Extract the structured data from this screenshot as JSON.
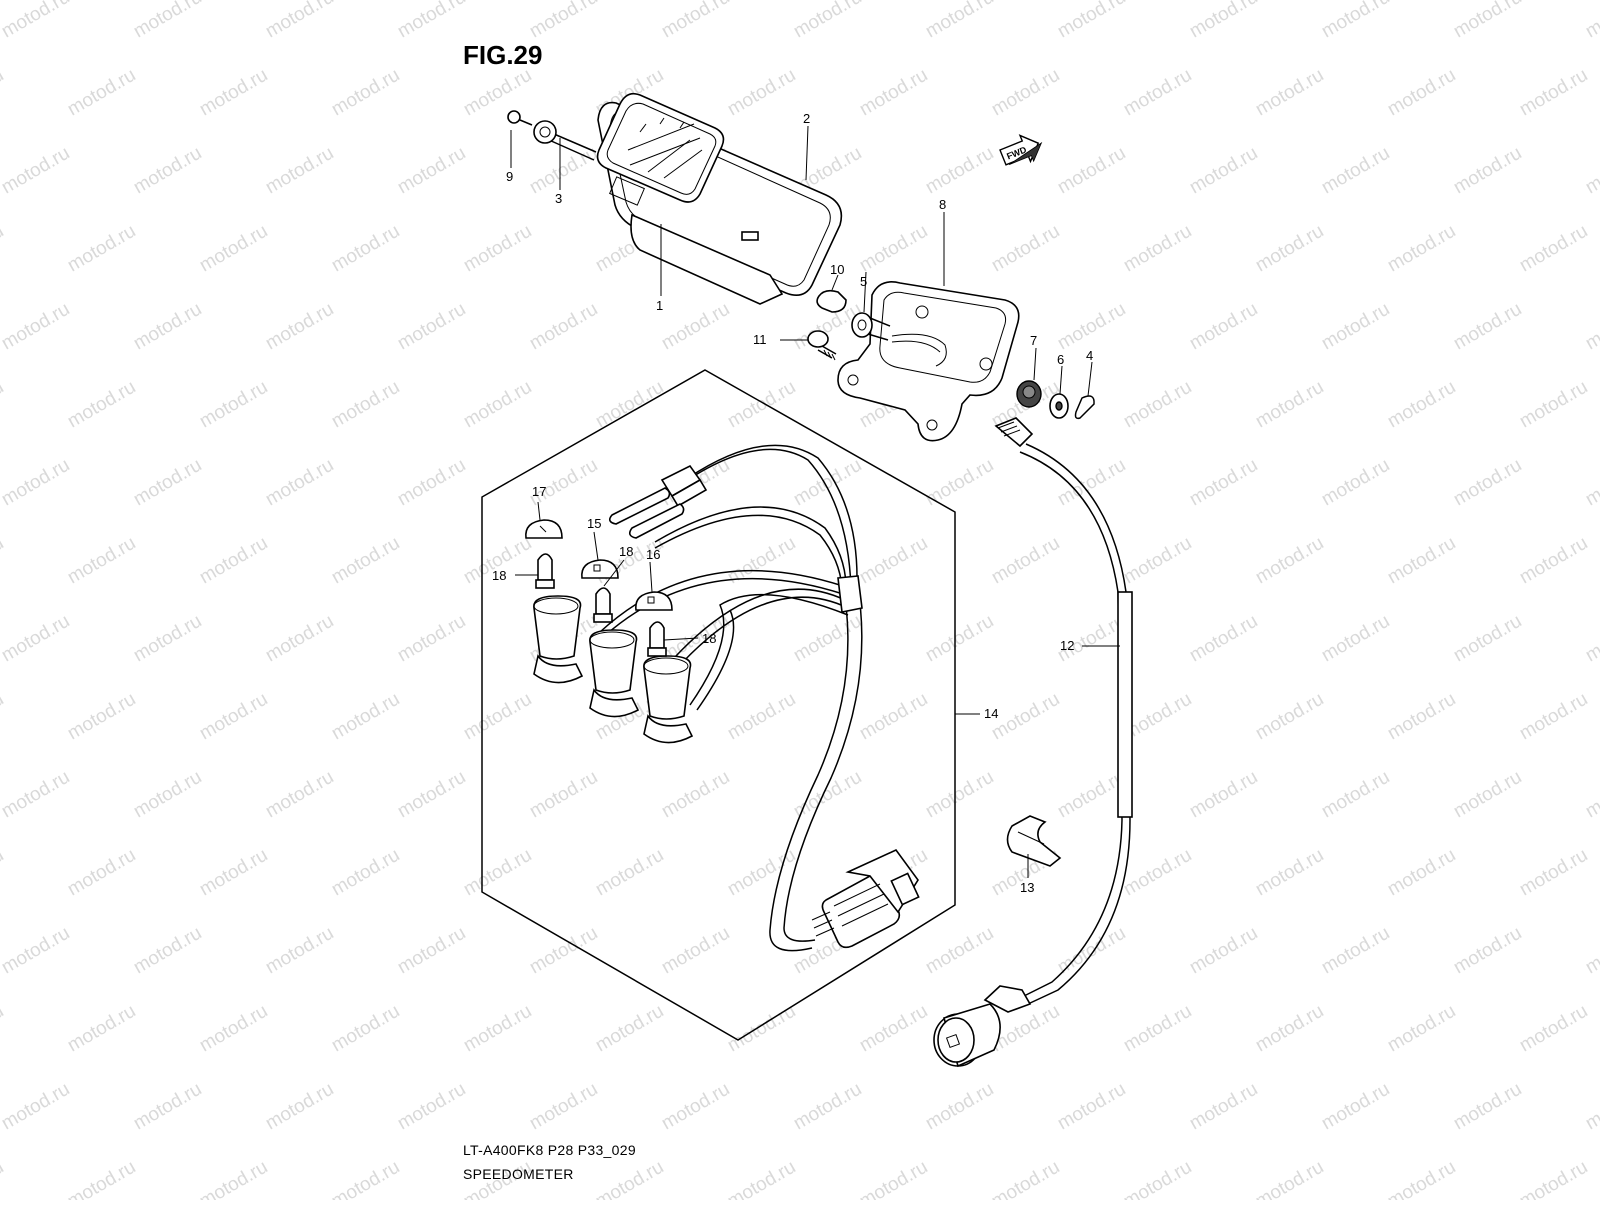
{
  "figure_title": "FIG.29",
  "model_code": "LT-A400FK8 P28 P33_029",
  "section_name": "SPEEDOMETER",
  "watermark": "motod.ru",
  "fwd_label": "FWD",
  "callouts": {
    "c1": "1",
    "c2": "2",
    "c3": "3",
    "c4": "4",
    "c5": "5",
    "c6": "6",
    "c7": "7",
    "c8": "8",
    "c9": "9",
    "c10": "10",
    "c11": "11",
    "c12": "12",
    "c13": "13",
    "c14": "14",
    "c15": "15",
    "c16": "16",
    "c17": "17",
    "c18a": "18",
    "c18b": "18",
    "c18c": "18"
  }
}
